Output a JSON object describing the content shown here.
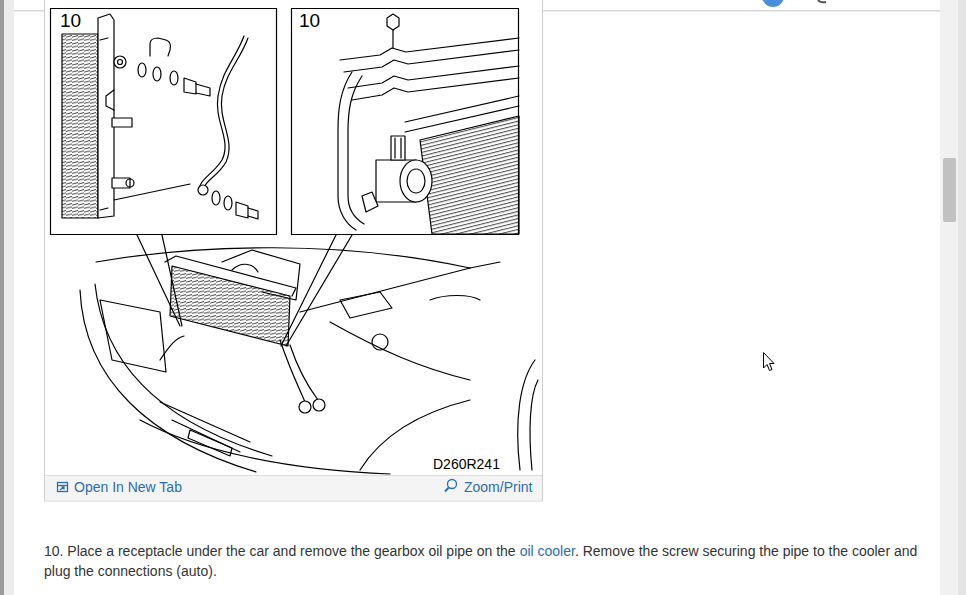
{
  "diagram": {
    "labels": [
      "10",
      "10",
      "D260R241",
      "Open In New Tab",
      "Zoom/Print",
      "10. Place a receptacle under the car and remove the gearbox oil pipe on the",
      "oil cooler",
      ". Remove the screw securing the pipe to the cooler and plug the connections (auto)."
    ]
  }
}
